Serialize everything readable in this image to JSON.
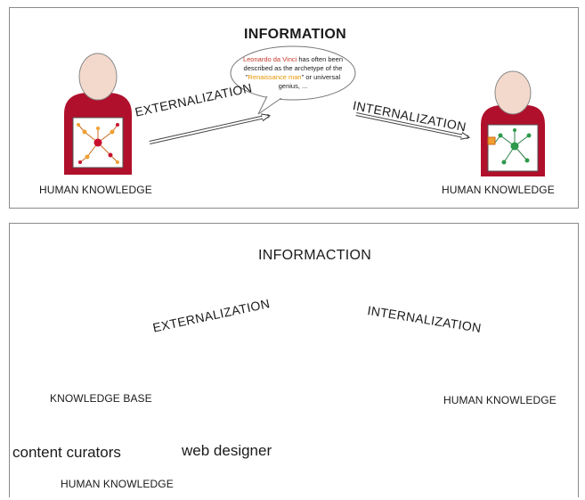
{
  "top_panel": {
    "title": "INFORMATION",
    "left_arrow": "EXTERNALIZATION",
    "right_arrow": "INTERNALIZATION",
    "left_person_label": "HUMAN KNOWLEDGE",
    "right_person_label": "HUMAN KNOWLEDGE",
    "bubble": {
      "name": "Leonardo da Vinci",
      "text_1": " has often been described as the archetype of the",
      "quote_open": "\"",
      "highlight": "Renaissance man",
      "quote_close": "\"",
      "text_2": " or universal genius, ..."
    }
  },
  "bottom_panel": {
    "title": "INFORMACTION",
    "left_arrow": "EXTERNALIZATION",
    "right_arrow": "INTERNALIZATION",
    "knowledge_base_label": "KNOWLEDGE BASE",
    "right_person_label": "HUMAN KNOWLEDGE",
    "content_curators_label": "content curators",
    "web_designer_label": "web designer",
    "group_label": "HUMAN KNOWLEDGE"
  },
  "colors": {
    "person_body": "#b0102b",
    "person_head": "#f3d9cc",
    "node_red": "#c8102e",
    "node_orange": "#f0a030",
    "node_green": "#2e9a4a",
    "person_gray": "#cfcfcf"
  }
}
